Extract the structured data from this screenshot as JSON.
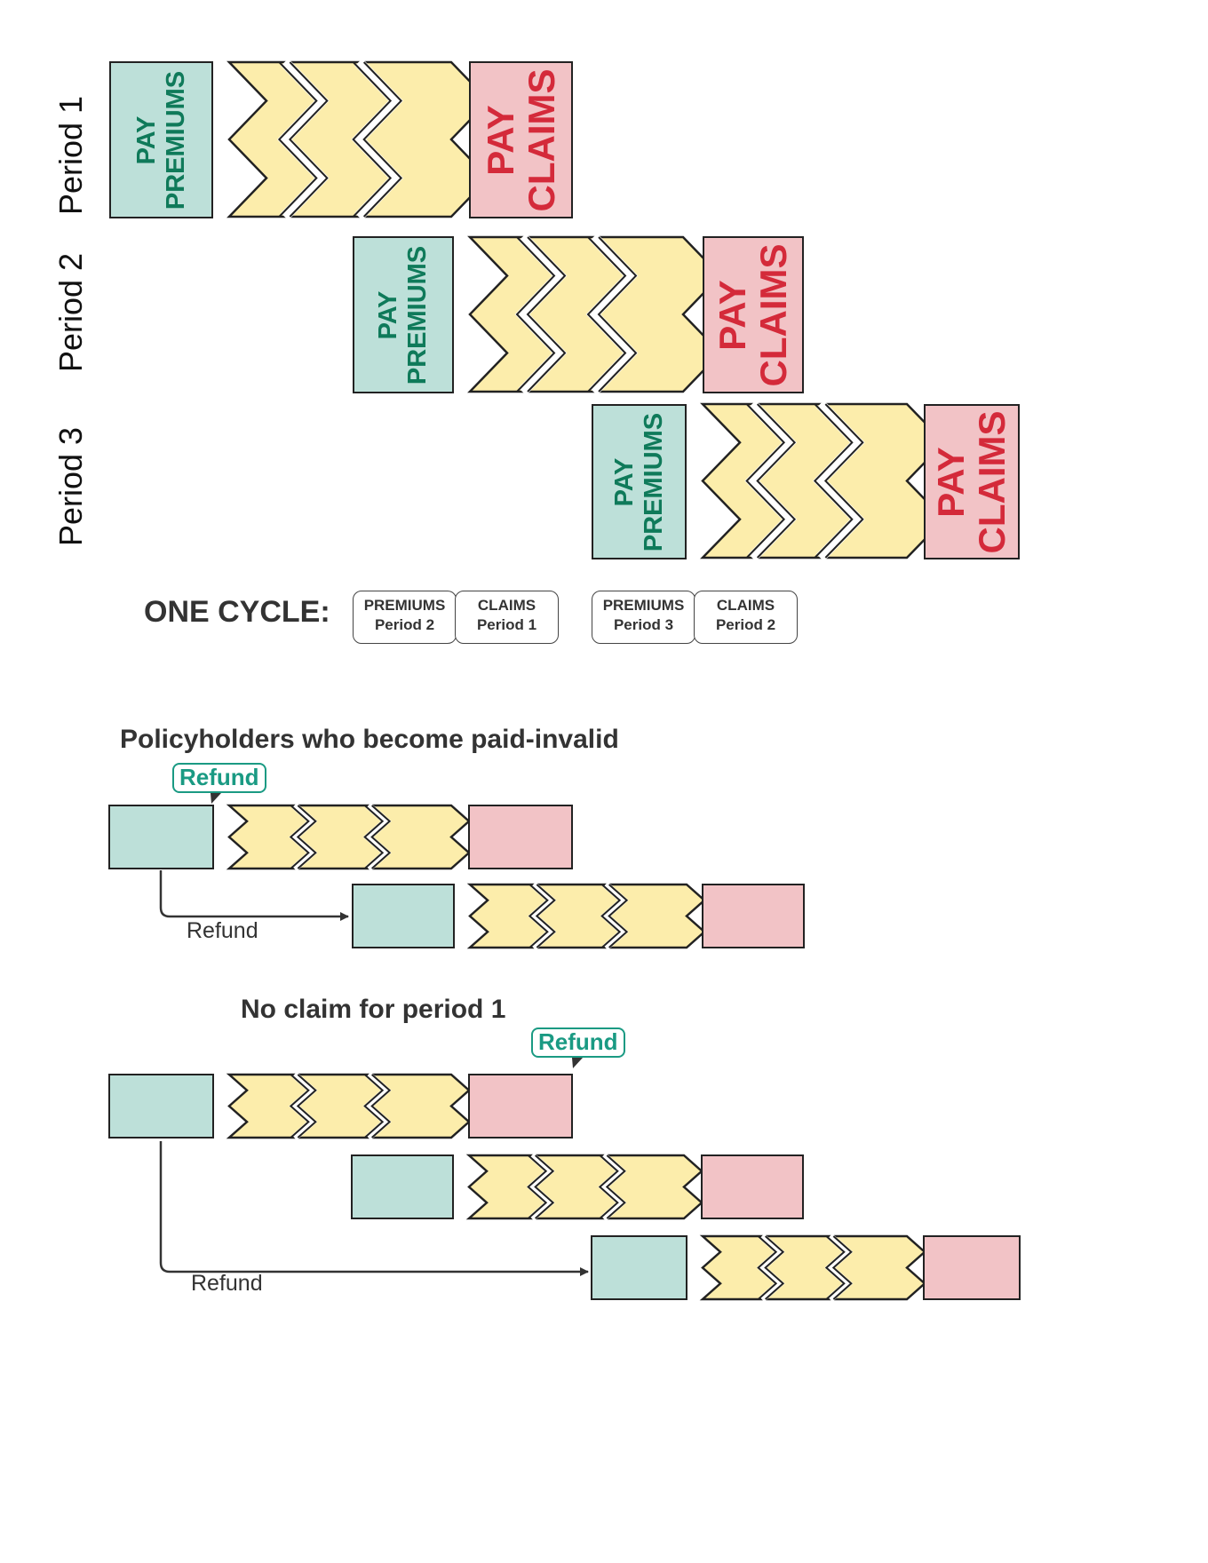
{
  "colors": {
    "premium_fill": "#bde0d9",
    "premium_text": "#0f7a5a",
    "claims_fill": "#f2c3c6",
    "claims_text": "#d42a3a",
    "period_fill": "#fcedab",
    "refund_accent": "#1a9a83"
  },
  "periods": [
    {
      "label": "Period 1",
      "premium_label": [
        "PAY",
        "PREMIUMS"
      ],
      "claims_label": [
        "PAY",
        "CLAIMS"
      ]
    },
    {
      "label": "Period 2",
      "premium_label": [
        "PAY",
        "PREMIUMS"
      ],
      "claims_label": [
        "PAY",
        "CLAIMS"
      ]
    },
    {
      "label": "Period 3",
      "premium_label": [
        "PAY",
        "PREMIUMS"
      ],
      "claims_label": [
        "PAY",
        "CLAIMS"
      ]
    }
  ],
  "one_cycle": {
    "title": "ONE CYCLE:",
    "pills": [
      {
        "line1": "PREMIUMS",
        "line2": "Period 2"
      },
      {
        "line1": "CLAIMS",
        "line2": "Period 1"
      },
      {
        "line1": "PREMIUMS",
        "line2": "Period 3"
      },
      {
        "line1": "CLAIMS",
        "line2": "Period 2"
      }
    ]
  },
  "paid_invalid": {
    "title": "Policyholders who become paid-invalid",
    "tag": "Refund",
    "arrow_label": "Refund"
  },
  "no_claim": {
    "title": "No claim for period 1",
    "tag": "Refund",
    "arrow_label": "Refund"
  }
}
